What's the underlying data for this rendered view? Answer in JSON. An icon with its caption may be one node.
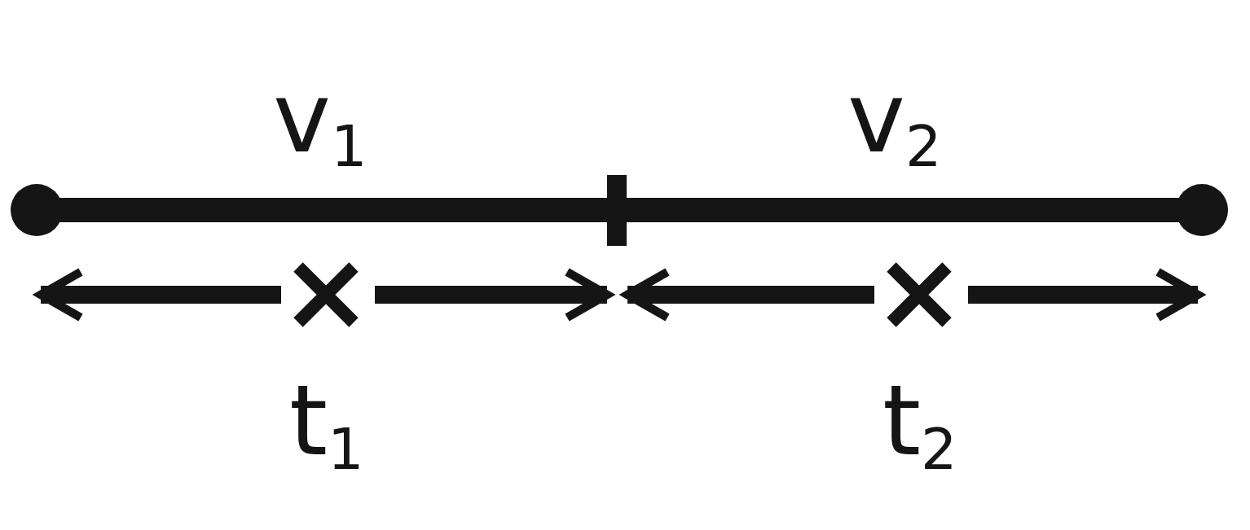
{
  "diagram": {
    "nodes": [
      {
        "text": [],
        "shape": "cross",
        "beside": [
          "t$_{1}$"
        ]
      },
      {
        "text": [],
        "shape": "cross",
        "beside": [
          "t$_{2}$"
        ]
      }
    ],
    "edges": [
      {
        "from": 0,
        "to": null,
        "arrow": "to"
      },
      {
        "from": 0,
        "to": null,
        "arrow": "to"
      },
      {
        "from": 1,
        "to": null,
        "arrow": "to"
      },
      {
        "from": 1,
        "to": null,
        "arrow": "to"
      }
    ],
    "labels": [
      "v$_{1}$",
      "v$_{2}$"
    ]
  }
}
